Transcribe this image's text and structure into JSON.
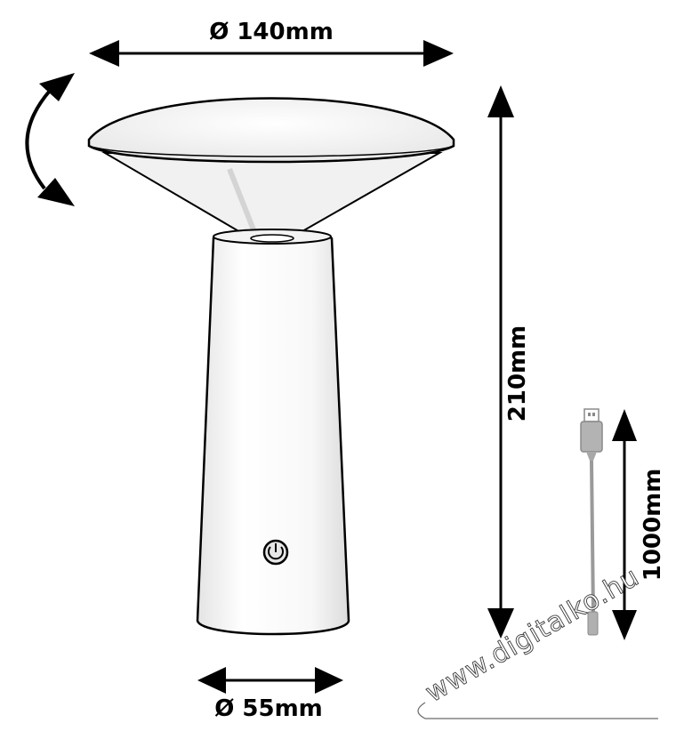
{
  "dimensions": {
    "top_diameter": "Ø 140mm",
    "height": "210mm",
    "base_diameter": "Ø 55mm",
    "cable_length": "1000mm"
  },
  "watermark": {
    "text": "www.digitalko.hu"
  },
  "colors": {
    "line": "#000000",
    "cable": "#9a9a9a",
    "background": "#ffffff"
  },
  "icons": {
    "power_button": "power-icon",
    "rotation": "rotate-arrow-icon",
    "usb": "usb-plug-icon"
  }
}
